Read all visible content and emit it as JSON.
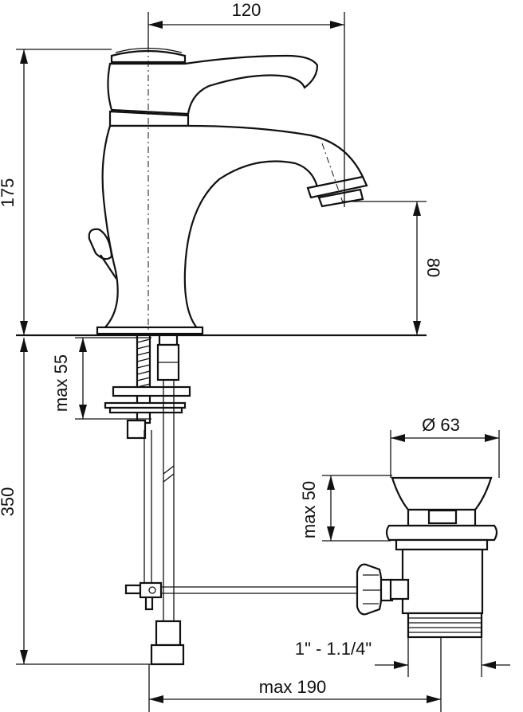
{
  "drawing": {
    "dimensions": {
      "spout_reach": "120",
      "total_height": "175",
      "spout_height": "80",
      "max_deck_thickness": "max 55",
      "lower_length": "350",
      "drain_diameter": "Ø 63",
      "max_drain_height": "max 50",
      "drain_thread": "1\" - 1.1/4\"",
      "max_rod_length": "max 190"
    },
    "stroke_color": "#111111",
    "background_color": "#ffffff"
  }
}
